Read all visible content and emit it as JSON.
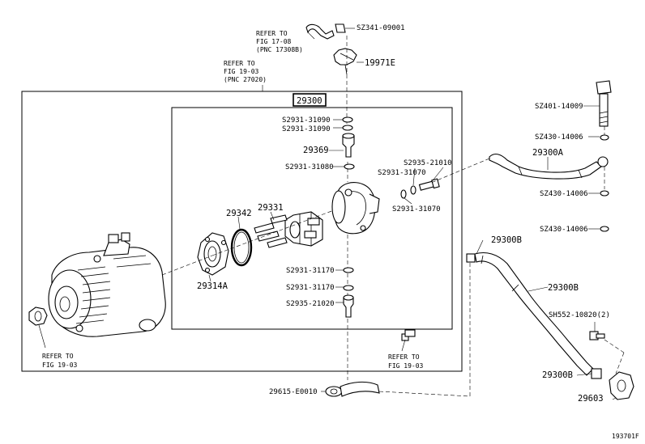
{
  "refer_notes": {
    "top": {
      "line1": "REFER TO",
      "line2": "FIG 17-08",
      "line3": "(PNC 17308B)"
    },
    "upper": {
      "line1": "REFER TO",
      "line2": "FIG 19-03",
      "line3": "(PNC 27020)"
    },
    "left": {
      "line1": "REFER TO",
      "line2": "FIG 19-03"
    },
    "bottom": {
      "line1": "REFER TO",
      "line2": "FIG 19-03"
    }
  },
  "callouts": {
    "c01": "SZ341-09001",
    "c02": "19971E",
    "c03": "29300",
    "c04": "S2931-31090",
    "c05": "S2931-31090",
    "c06": "29369",
    "c07": "S2931-31080",
    "c08": "S2935-21010",
    "c09": "S2931-31070",
    "c10": "S2931-31070",
    "c11": "29342",
    "c12": "29331",
    "c13": "29314A",
    "c14": "S2931-31170",
    "c15": "S2931-31170",
    "c16": "S2935-21020",
    "c17": "SZ401-14009",
    "c18": "SZ430-14006",
    "c19": "29300A",
    "c20": "SZ430-14006",
    "c21": "SZ430-14006",
    "c22": "29300B",
    "c23": "29300B",
    "c24": "SH552-10820(2)",
    "c25": "29300B",
    "c26": "29603",
    "c27": "29615-E0010"
  },
  "diagram_id": "193701F"
}
